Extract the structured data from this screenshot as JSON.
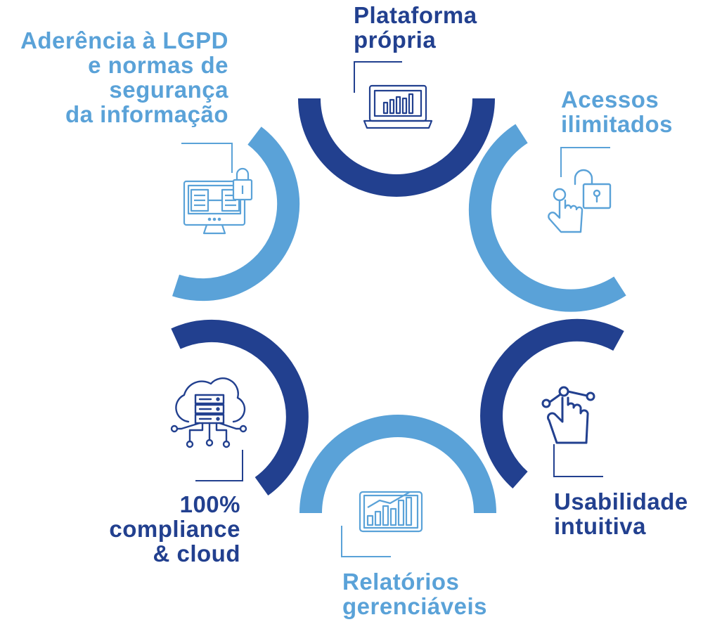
{
  "colors": {
    "dark": "#22408f",
    "light": "#5aa2d8"
  },
  "features": {
    "plataforma": {
      "lines": [
        "Plataforma",
        "própria"
      ],
      "icon": "laptop-chart-icon",
      "color": "dark"
    },
    "acessos": {
      "lines": [
        "Acessos",
        "ilimitados"
      ],
      "icon": "unlock-touch-icon",
      "color": "light"
    },
    "usabilidade": {
      "lines": [
        "Usabilidade",
        "intuitiva"
      ],
      "icon": "touch-gesture-icon",
      "color": "dark"
    },
    "relatorios": {
      "lines": [
        "Relatórios",
        "gerenciáveis"
      ],
      "icon": "report-chart-icon",
      "color": "light"
    },
    "compliance": {
      "lines": [
        "100%",
        "compliance",
        "& cloud"
      ],
      "icon": "cloud-server-icon",
      "color": "dark"
    },
    "lgpd": {
      "lines": [
        "Aderência à LGPD",
        "e normas de",
        "segurança",
        "da informação"
      ],
      "icon": "secure-monitor-icon",
      "color": "light"
    }
  }
}
